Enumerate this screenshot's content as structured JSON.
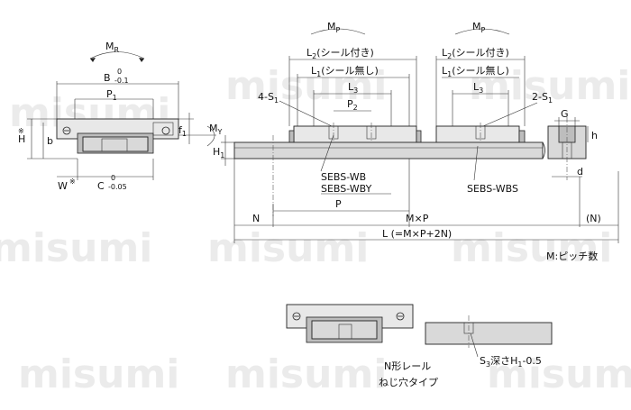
{
  "watermark": "misumi",
  "labels": {
    "MR": "M",
    "MR_sub": "R",
    "B": "B",
    "B_tol_top": "0",
    "B_tol_bot": "-0.1",
    "P1": "P",
    "P1_sub": "1",
    "MY": "M",
    "MY_sub": "Y",
    "H": "H",
    "H_star": "※",
    "b": "b",
    "f1": "f",
    "f1_sub": "1",
    "W": "W",
    "W_star": "※",
    "C": "C",
    "C_tol_top": "0",
    "C_tol_bot": "-0.05",
    "MP1": "M",
    "MP1_sub": "P",
    "MP2": "M",
    "MP2_sub": "P",
    "L2a": "L",
    "L2a_sub": "2",
    "L2a_text": "(シール付き)",
    "L1a": "L",
    "L1a_sub": "1",
    "L1a_text": "(シール無し)",
    "L2b": "L",
    "L2b_sub": "2",
    "L2b_text": "(シール付き)",
    "L1b": "L",
    "L1b_sub": "1",
    "L1b_text": "(シール無し)",
    "L3a": "L",
    "L3a_sub": "3",
    "L3b": "L",
    "L3b_sub": "3",
    "S1a": "4-S",
    "S1a_sub": "1",
    "S1b": "2-S",
    "S1b_sub": "1",
    "P2": "P",
    "P2_sub": "2",
    "H1": "H",
    "H1_sub": "1",
    "G": "G",
    "h": "h",
    "d": "d",
    "model1": "SEBS-WB",
    "model2": "SEBS-WBY",
    "model3": "SEBS-WBS",
    "N": "N",
    "P": "P",
    "MxP": "M×P",
    "Nparen": "(N)",
    "Lformula": "L (=M×P+2N)",
    "pitch": "M:ピッチ数",
    "nrail1": "N形レール",
    "nrail2": "ねじ穴タイプ",
    "S3": "S",
    "S3_sub": "3",
    "S3_text": "深さH",
    "S3_sub2": "1",
    "S3_tail": "-0.5"
  }
}
